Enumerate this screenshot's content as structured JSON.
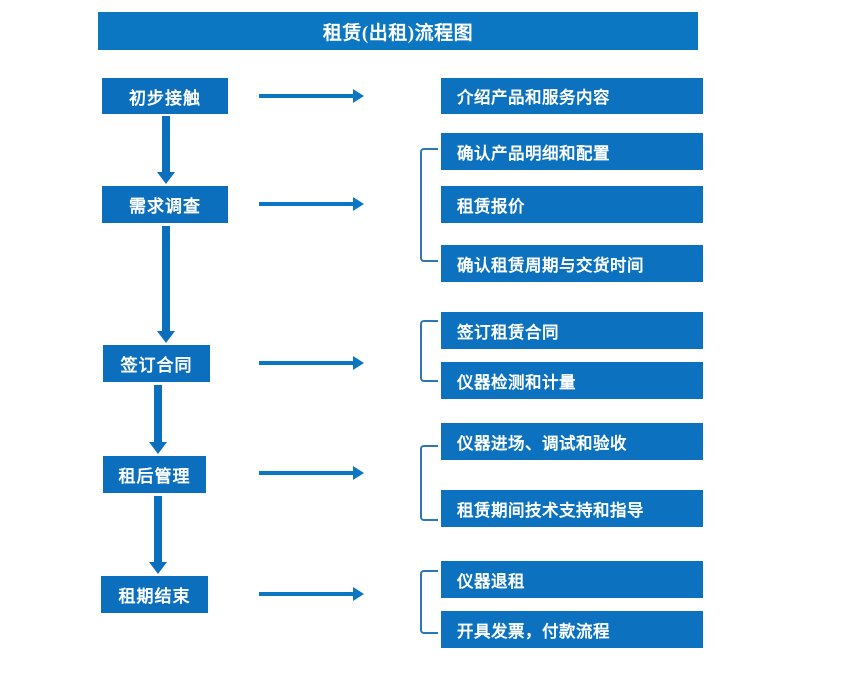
{
  "diagram": {
    "title": "租赁(出租)流程图",
    "colors": {
      "title_bar": "#0b76c2",
      "stage_box": "#0b6fbe",
      "detail_box": "#0c72c0",
      "arrow": "#0b76c2",
      "bracket": "#2f76b8",
      "text": "#ffffff",
      "background": "#ffffff"
    },
    "stages": [
      {
        "label": "初步接触"
      },
      {
        "label": "需求调查"
      },
      {
        "label": "签订合同"
      },
      {
        "label": "租后管理"
      },
      {
        "label": "租期结束"
      }
    ],
    "detail_groups": [
      {
        "items": [
          {
            "label": "介绍产品和服务内容"
          }
        ]
      },
      {
        "items": [
          {
            "label": "确认产品明细和配置"
          },
          {
            "label": "租赁报价"
          },
          {
            "label": "确认租赁周期与交货时间"
          }
        ]
      },
      {
        "items": [
          {
            "label": "签订租赁合同"
          },
          {
            "label": "仪器检测和计量"
          }
        ]
      },
      {
        "items": [
          {
            "label": "仪器进场、调试和验收"
          },
          {
            "label": "租赁期间技术支持和指导"
          }
        ]
      },
      {
        "items": [
          {
            "label": "仪器退租"
          },
          {
            "label": "开具发票，付款流程"
          }
        ]
      }
    ]
  }
}
